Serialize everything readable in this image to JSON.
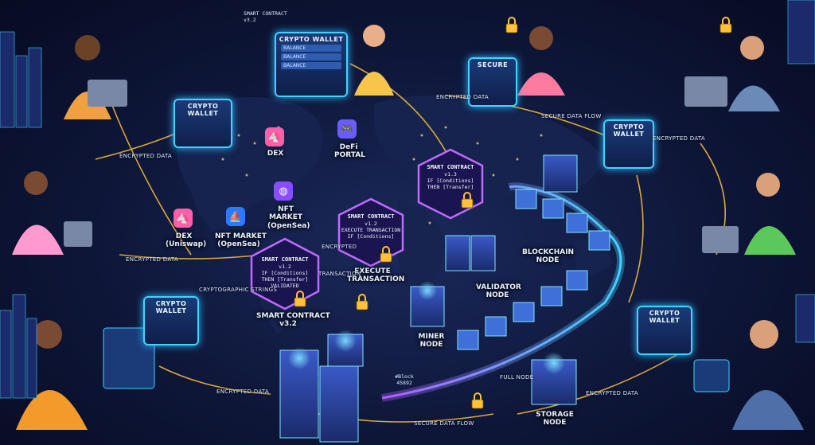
{
  "labels": {
    "dex_top": "DEX",
    "defi_portal_1": "DeFi",
    "defi_portal_2": "PORTAL",
    "nft_market_top_1": "NFT",
    "nft_market_top_2": "MARKET",
    "nft_market_top_3": "(OpenSea)",
    "dex_left_1": "DEX",
    "dex_left_2": "(Uniswap)",
    "nft_market_left_1": "NFT MARKET",
    "nft_market_left_2": "(OpenSea)",
    "execute_transaction_1": "EXECUTE",
    "execute_transaction_2": "TRANSACTION",
    "smart_contract_v32_1": "SMART CONTRACT",
    "smart_contract_v32_2": "v3.2",
    "blockchain_node_1": "BLOCKCHAIN",
    "blockchain_node_2": "NODE",
    "validator_node_1": "VALIDATOR",
    "validator_node_2": "NODE",
    "miner_node_1": "MINER",
    "miner_node_2": "NODE",
    "storage_node_1": "STORAGE",
    "storage_node_2": "NODE",
    "full_node": "FULL NODE"
  },
  "flows": {
    "encrypted_data_top": "ENCRYPTED DATA",
    "encrypted_data_left_top": "ENCRYPTED DATA",
    "encrypted_data_left_mid": "ENCRYPTED DATA",
    "encrypted_data_bottom_left": "ENCRYPTED DATA",
    "encrypted_data_bottom_right": "ENCRYPTED DATA",
    "encrypted_data_right": "ENCRYPTED DATA",
    "secure_data_flow_top": "SECURE DATA FLOW",
    "secure_data_flow_bottom": "SECURE DATA FLOW",
    "encrypted_center": "ENCRYPTED",
    "transaction_center": "TRANSACTION",
    "cryptographic_strings": "CRYPTOGRAPHIC STRINGS"
  },
  "wallets": {
    "top_center": {
      "title": "CRYPTO WALLET",
      "row1": "BALANCE",
      "row2": "BALANCE",
      "row3": "BALANCE"
    },
    "top_left": {
      "title": "CRYPTO WALLET"
    },
    "top_right_secure": {
      "title": "SECURE"
    },
    "right": {
      "title": "CRYPTO WALLET"
    },
    "left_bottom": {
      "title": "CRYPTO WALLET"
    },
    "right_bottom": {
      "title": "CRYPTO WALLET"
    }
  },
  "smart_contracts": {
    "top_note": "SMART CONTRACT v3.2",
    "center": {
      "title": "SMART CONTRACT",
      "version": "v1.3",
      "line1": "IF [Conditions]",
      "line2": "THEN [Transfer]"
    },
    "left": {
      "title": "SMART CONTRACT",
      "version": "v1.2",
      "line1": "IF [Conditions]",
      "line2": "THEN [Transfer]",
      "line3": "VALIDATED"
    },
    "mid": {
      "title": "SMART CONTRACT",
      "version": "v1.2",
      "line1": "EXECUTE TRANSACTION",
      "line2": "IF [Conditions]"
    }
  },
  "block_tag": {
    "line1": "#Block",
    "line2": "45892"
  },
  "icons": {
    "dex_top": "unicorn-icon",
    "defi": "gamepad-icon",
    "nft_top": "globe-icon",
    "dex_left": "unicorn-icon",
    "nft_left": "sailboat-icon",
    "lock": "padlock-icon"
  },
  "colors": {
    "accent_cyan": "#3fd3ff",
    "accent_purple": "#b45cff",
    "accent_gold": "#ffc23a",
    "background": "#0e1638"
  }
}
